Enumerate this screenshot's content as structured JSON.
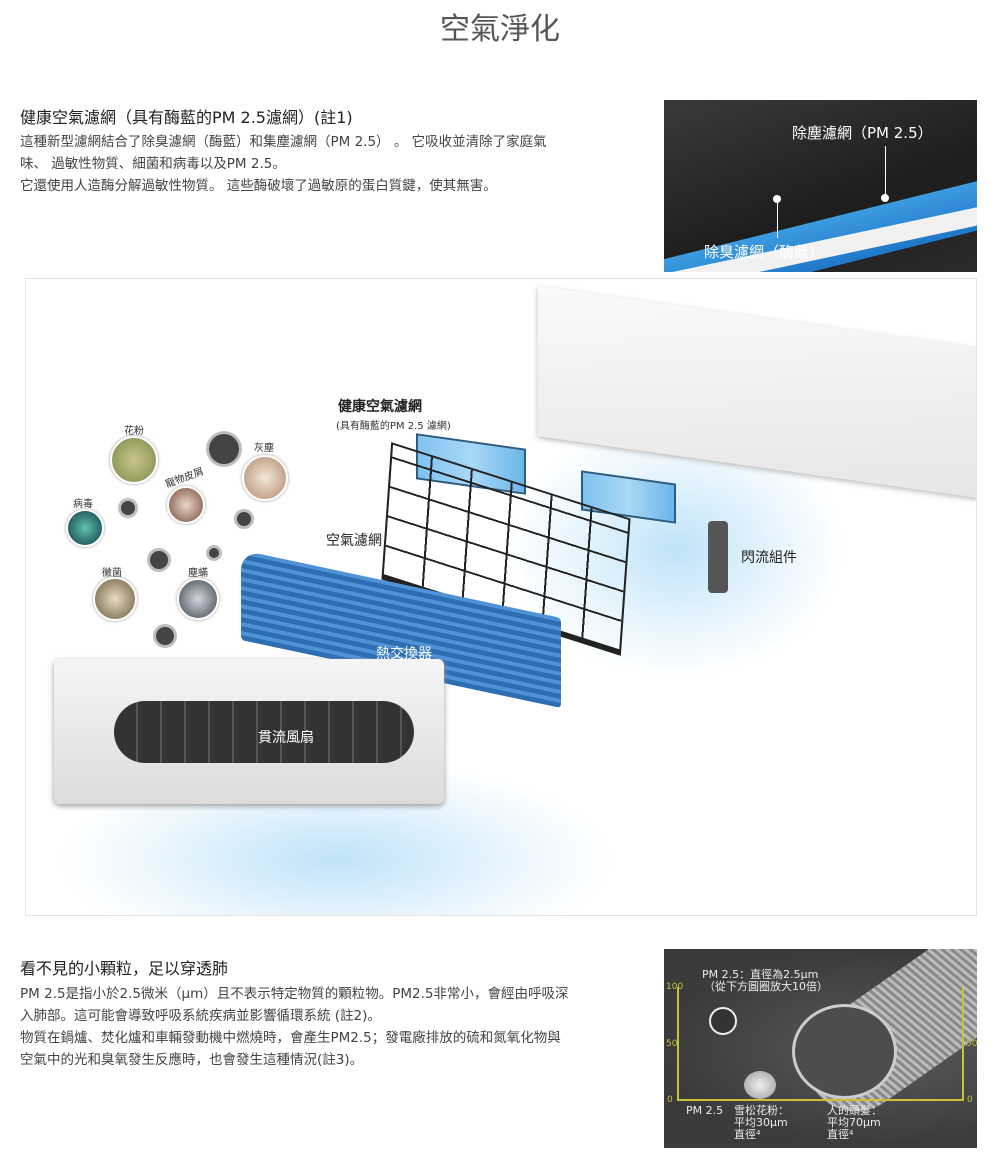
{
  "page_title": "空氣淨化",
  "section1": {
    "heading": "健康空氣濾網（具有酶藍的PM 2.5濾網）(註1)",
    "lines": [
      "這種新型濾網結合了除臭濾網（酶藍）和集塵濾網（PM 2.5） 。 它吸收並清除了家庭氣",
      "味、 過敏性物質、細菌和病毒以及PM 2.5。",
      "它還使用人造酶分解過敏性物質。 這些酶破壞了過敏原的蛋白質鍵，使其無害。"
    ],
    "photo_labels": {
      "dust_filter": "除塵濾網（PM 2.5）",
      "deodorizing_filter": "除臭濾網（酶藍）"
    }
  },
  "diagram": {
    "healthy_filter": "健康空氣濾網",
    "healthy_filter_sub": "(具有酶藍的PM 2.5 濾網)",
    "air_filter": "空氣濾網",
    "flash_module": "閃流組件",
    "heat_exchanger": "熱交換器",
    "crossflow_fan": "貫流風扇",
    "particles": [
      "花粉",
      "灰塵",
      "寵物皮屑",
      "病毒",
      "黴菌",
      "塵蟎"
    ]
  },
  "section2": {
    "heading": "看不見的小顆粒，足以穿透肺",
    "lines": [
      "PM 2.5是指小於2.5微米（µm）且不表示特定物質的顆粒物。PM2.5非常小，會經由呼吸深",
      "入肺部。這可能會導致呼吸系統疾病並影響循環系統 (註2)。",
      "物質在鍋爐、焚化爐和車輛發動機中燃燒時，會產生PM2.5；發電廠排放的硫和氮氧化物與",
      "空氣中的光和臭氧發生反應時，也會發生這種情況(註3)。"
    ],
    "photo": {
      "pm_caption1": "PM 2.5：直徑為2.5µm",
      "pm_caption2": "（從下方圓圈放大10倍）",
      "axis_ticks": [
        "100",
        "50",
        "0"
      ],
      "pm_label": "PM 2.5",
      "pollen1": "雪松花粉：",
      "pollen2": "平均30µm",
      "pollen3": "直徑⁴",
      "hair1": "人的頭髮：",
      "hair2": "平均70µm",
      "hair3": "直徑⁴"
    }
  }
}
